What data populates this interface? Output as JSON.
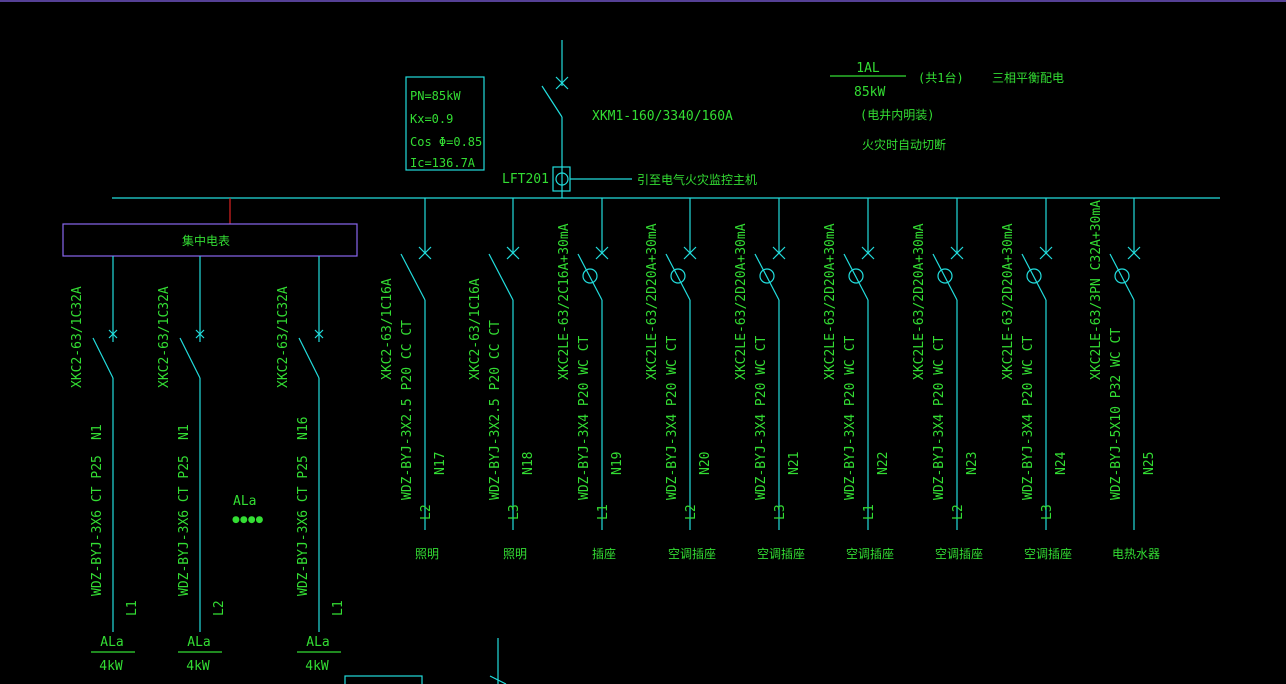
{
  "colors": {
    "background": "#000000",
    "wire": "#22dddd",
    "text": "#33dd33",
    "box": "#8866ee",
    "accent": "#dd2222"
  },
  "header": {
    "panel_id": "1AL",
    "panel_count": "(共1台)",
    "balance_note": "三相平衡配电",
    "power": "85kW",
    "location": "(电井内明装)",
    "fire_note": "火灾时自动切断"
  },
  "params": {
    "pn": "PN=85kW",
    "kx": "Kx=0.9",
    "cos": "Cos Φ=0.85",
    "ic": "Ic=136.7A"
  },
  "incoming": {
    "breaker": "XKM1-160/3340/160A",
    "meter": "LFT201",
    "fire_link": "引至电气火灾监控主机"
  },
  "meter_box": {
    "label": "集中电表"
  },
  "meter_circuits": [
    {
      "breaker": "XKC2-63/1C32A",
      "cable": "WDZ-BYJ-3X6 CT P25",
      "circuit": "N1",
      "phase": "L1",
      "load": "ALa",
      "power": "4kW"
    },
    {
      "breaker": "XKC2-63/1C32A",
      "cable": "WDZ-BYJ-3X6 CT P25",
      "circuit": "N1",
      "phase": "L2",
      "load": "ALa",
      "power": "4kW"
    },
    {
      "breaker": "XKC2-63/1C32A",
      "cable": "WDZ-BYJ-3X6 CT P25",
      "circuit": "N16",
      "phase": "L1",
      "load": "ALa",
      "power": "4kW"
    }
  ],
  "ellipsis": {
    "label": "ALa",
    "dots": "●●●●"
  },
  "branch_circuits": [
    {
      "breaker": "XKC2-63/1C16A",
      "rcd": false,
      "cable": "WDZ-BYJ-3X2.5 P20 CC CT",
      "circuit": "N17",
      "phase": "L2",
      "use": "照明"
    },
    {
      "breaker": "XKC2-63/1C16A",
      "rcd": false,
      "cable": "WDZ-BYJ-3X2.5 P20 CC CT",
      "circuit": "N18",
      "phase": "L3",
      "use": "照明"
    },
    {
      "breaker": "XKC2LE-63/2C16A+30mA",
      "rcd": true,
      "cable": "WDZ-BYJ-3X4 P20 WC CT",
      "circuit": "N19",
      "phase": "L1",
      "use": "插座"
    },
    {
      "breaker": "XKC2LE-63/2D20A+30mA",
      "rcd": true,
      "cable": "WDZ-BYJ-3X4 P20 WC CT",
      "circuit": "N20",
      "phase": "L2",
      "use": "空调插座"
    },
    {
      "breaker": "XKC2LE-63/2D20A+30mA",
      "rcd": true,
      "cable": "WDZ-BYJ-3X4 P20 WC CT",
      "circuit": "N21",
      "phase": "L3",
      "use": "空调插座"
    },
    {
      "breaker": "XKC2LE-63/2D20A+30mA",
      "rcd": true,
      "cable": "WDZ-BYJ-3X4 P20 WC CT",
      "circuit": "N22",
      "phase": "L1",
      "use": "空调插座"
    },
    {
      "breaker": "XKC2LE-63/2D20A+30mA",
      "rcd": true,
      "cable": "WDZ-BYJ-3X4 P20 WC CT",
      "circuit": "N23",
      "phase": "L2",
      "use": "空调插座"
    },
    {
      "breaker": "XKC2LE-63/2D20A+30mA",
      "rcd": true,
      "cable": "WDZ-BYJ-3X4 P20 WC CT",
      "circuit": "N24",
      "phase": "L3",
      "use": "空调插座"
    },
    {
      "breaker": "XKC2LE-63/3PN C32A+30mA",
      "rcd": true,
      "cable": "WDZ-BYJ-5X10 P32 WC CT",
      "circuit": "N25",
      "phase": "",
      "use": "电热水器"
    }
  ]
}
